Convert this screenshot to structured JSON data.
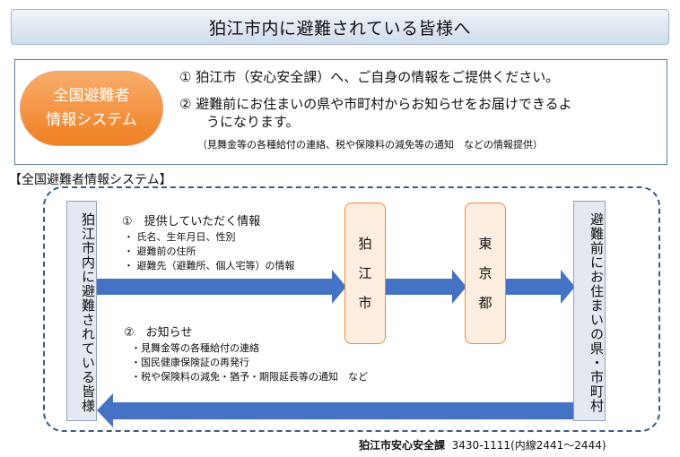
{
  "title": "狛江市内に避難されている皆様へ",
  "info": {
    "badge_line1": "全国避難者",
    "badge_line2": "情報システム",
    "item1": "① 狛江市（安心安全課）へ、ご自身の情報をご提供ください。",
    "item2_line1": "② 避難前にお住まいの県や市町村からお知らせをお届けできるよ",
    "item2_line2": "うになります。",
    "note": "（見舞金等の各種給付の連絡、税や保険料の減免等の通知　などの情報提供）"
  },
  "section_heading": "【全国避難者情報システム】",
  "diagram": {
    "left_box": "狛江市内に避難されている皆様",
    "komae_box": [
      "狛",
      "江",
      "市"
    ],
    "tokyo_box": [
      "東",
      "京",
      "都"
    ],
    "right_box": "避難前にお住まいの県・市町村",
    "flow1": {
      "heading": "①　提供していただく情報",
      "bullets": [
        "・ 氏名、生年月日、性別",
        "・ 避難前の住所",
        "・ 避難先（避難所、個人宅等）の情報"
      ]
    },
    "flow2": {
      "heading": "②　お知らせ",
      "bullets": [
        "・見舞金等の各種給付の連絡",
        "・国民健康保険証の再発行",
        "・税や保険料の減免・猶予・期限延長等の通知　など"
      ]
    }
  },
  "footer": {
    "department": "狛江市安心安全課",
    "phone": "3430-1111",
    "extension": "(内線2441～2444)"
  },
  "colors": {
    "badge_orange": "#ef7f22",
    "arrow_blue": "#4472c4",
    "frame_navy": "#3b5a8a",
    "box_orange_border": "#ee8a3a"
  }
}
